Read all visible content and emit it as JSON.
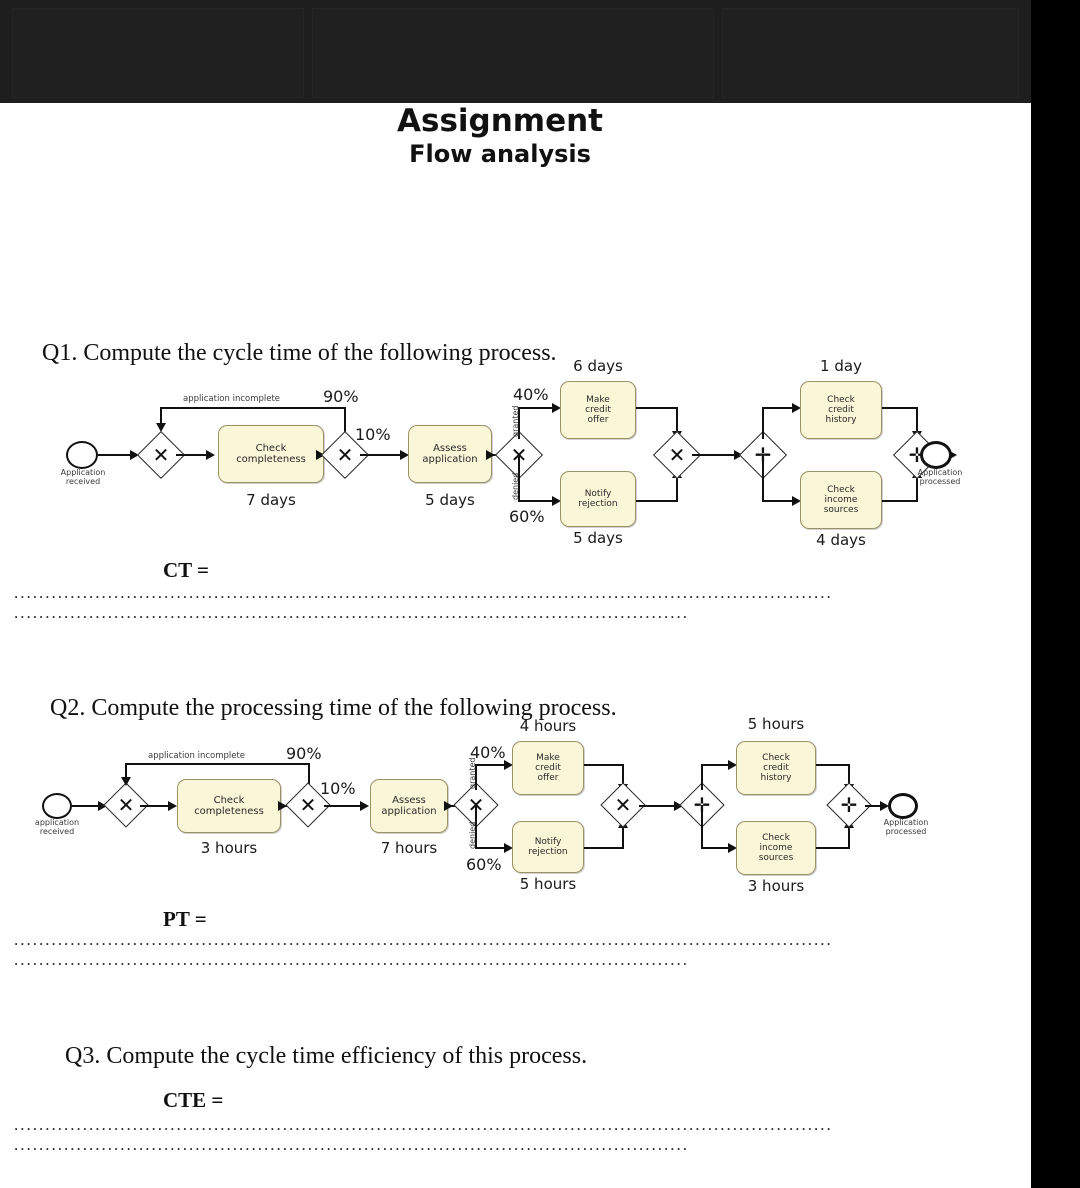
{
  "document": {
    "title_main": "Assignment",
    "title_sub": "Flow analysis"
  },
  "questions": [
    {
      "heading": "Q1. Compute the cycle time of the following process.",
      "answer_label": "CT =",
      "dots_line1": "...................................................................................................................................",
      "dots_line2": "............................................................................................................"
    },
    {
      "heading": "Q2. Compute the processing time of the following process.",
      "answer_label": "PT =",
      "dots_line1": "...................................................................................................................................",
      "dots_line2": "............................................................................................................"
    },
    {
      "heading": "Q3. Compute the cycle time efficiency of this process.",
      "answer_label": "CTE =",
      "dots_line1": "...................................................................................................................................",
      "dots_line2": "............................................................................................................"
    }
  ],
  "diagram1": {
    "start_event_label": "Application\nreceived",
    "end_event_label": "Application\nprocessed",
    "rework_flow_label": "application incomplete",
    "tasks": [
      {
        "name": "Check\ncompleteness",
        "duration": "7 days"
      },
      {
        "name": "Assess\napplication",
        "duration": "5 days"
      },
      {
        "name": "Make\ncredit\noffer",
        "duration": "6 days"
      },
      {
        "name": "Notify\nrejection",
        "duration": "5 days"
      },
      {
        "name": "Check\ncredit\nhistory",
        "duration": "1 day"
      },
      {
        "name": "Check\nincome\nsources",
        "duration": "4 days"
      }
    ],
    "probabilities": {
      "rework": "90%",
      "continue": "10%",
      "granted": "40%",
      "denied": "60%"
    },
    "branch_labels": {
      "upper": "granted",
      "lower": "denied"
    },
    "gateways": [
      "X",
      "X",
      "X",
      "X",
      "+",
      "+"
    ]
  },
  "diagram2": {
    "start_event_label": "application\nreceived",
    "end_event_label": "Application\nprocessed",
    "rework_flow_label": "application incomplete",
    "tasks": [
      {
        "name": "Check\ncompleteness",
        "duration": "3 hours"
      },
      {
        "name": "Assess\napplication",
        "duration": "7 hours"
      },
      {
        "name": "Make\ncredit\noffer",
        "duration": "4 hours"
      },
      {
        "name": "Notify\nrejection",
        "duration": "5 hours"
      },
      {
        "name": "Check\ncredit\nhistory",
        "duration": "5 hours"
      },
      {
        "name": "Check\nincome\nsources",
        "duration": "3 hours"
      }
    ],
    "probabilities": {
      "rework": "90%",
      "continue": "10%",
      "granted": "40%",
      "denied": "60%"
    },
    "branch_labels": {
      "upper": "granted",
      "lower": "denied"
    },
    "gateways": [
      "X",
      "X",
      "X",
      "X",
      "+",
      "+"
    ]
  },
  "colors": {
    "task_fill": "#faf6d8",
    "task_border": "#9a9266",
    "page_background": "#ffffff",
    "chrome_dark": "#1e1e1e",
    "text": "#111111"
  }
}
